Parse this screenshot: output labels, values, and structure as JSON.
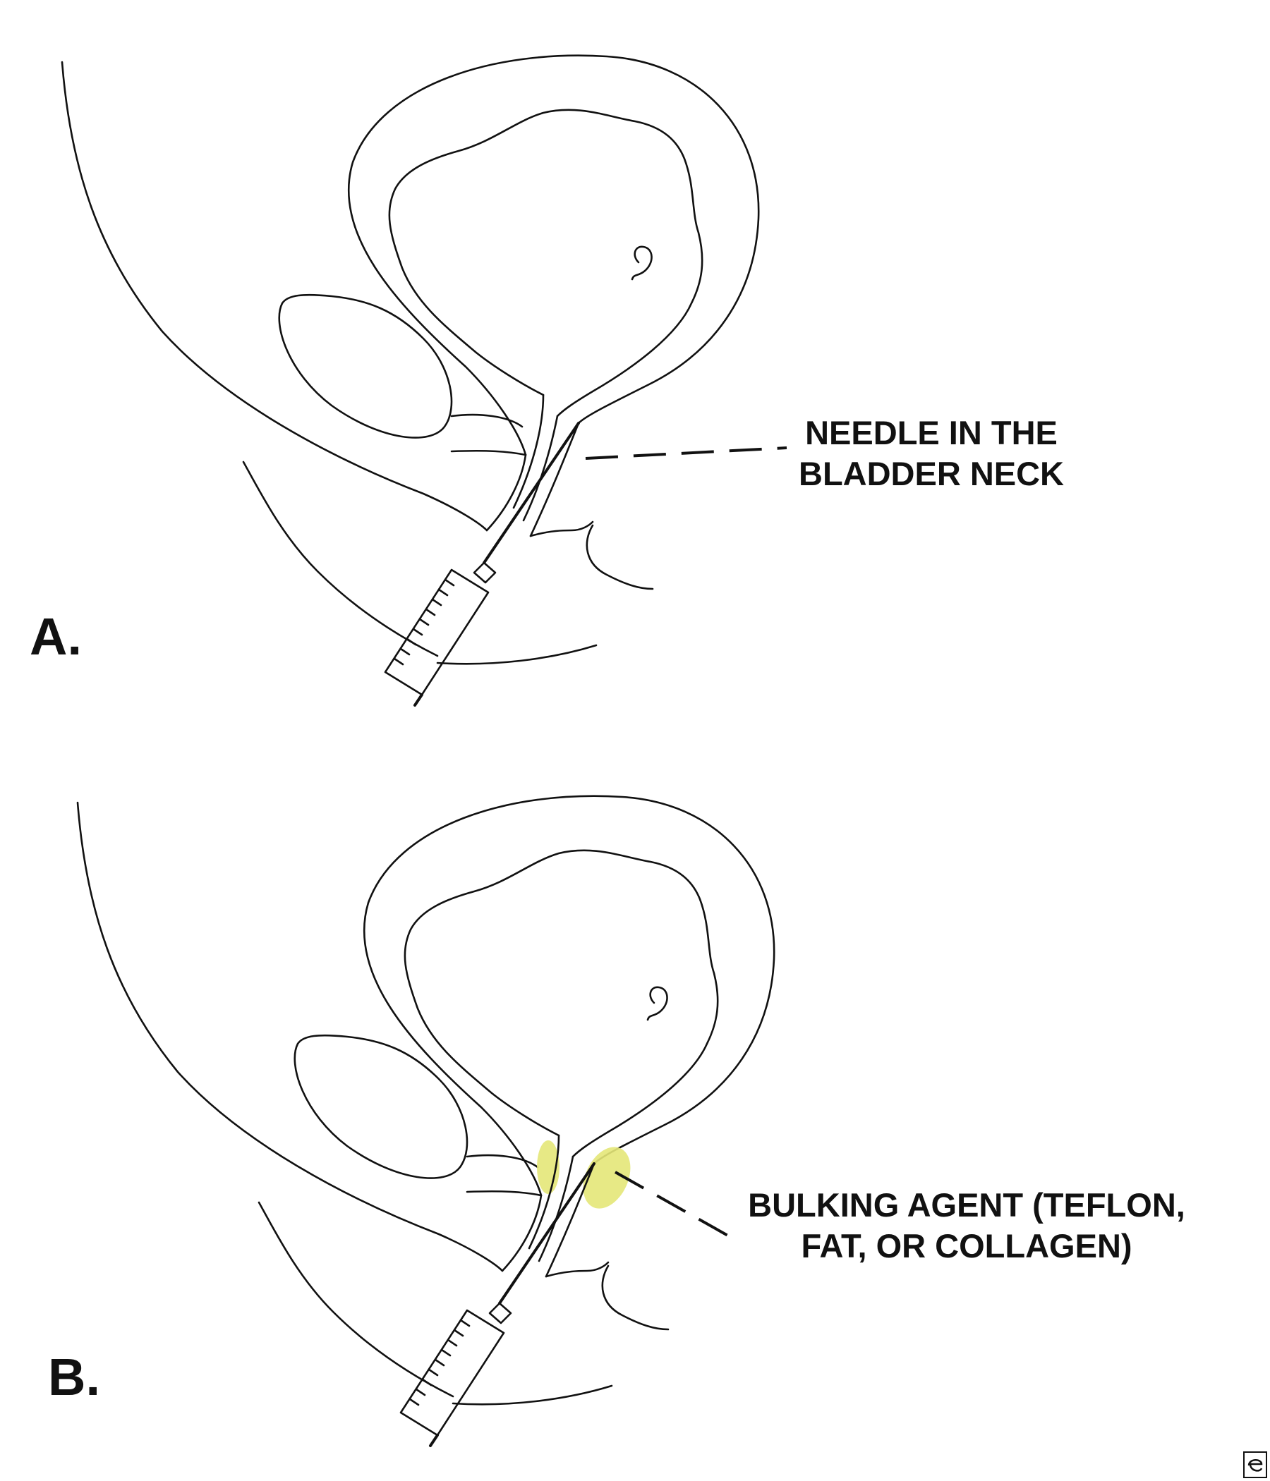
{
  "colors": {
    "ink": "#111111",
    "background": "#ffffff",
    "bulking_agent": "#e4e778"
  },
  "panels": [
    {
      "letter": "A.",
      "callout_lines": [
        "NEEDLE IN THE",
        "BLADDER NECK"
      ]
    },
    {
      "letter": "B.",
      "callout_lines": [
        "BULKING AGENT (TEFLON,",
        "FAT, OR COLLAGEN)"
      ]
    }
  ],
  "logo": {
    "icon": "publisher-logo-icon"
  }
}
